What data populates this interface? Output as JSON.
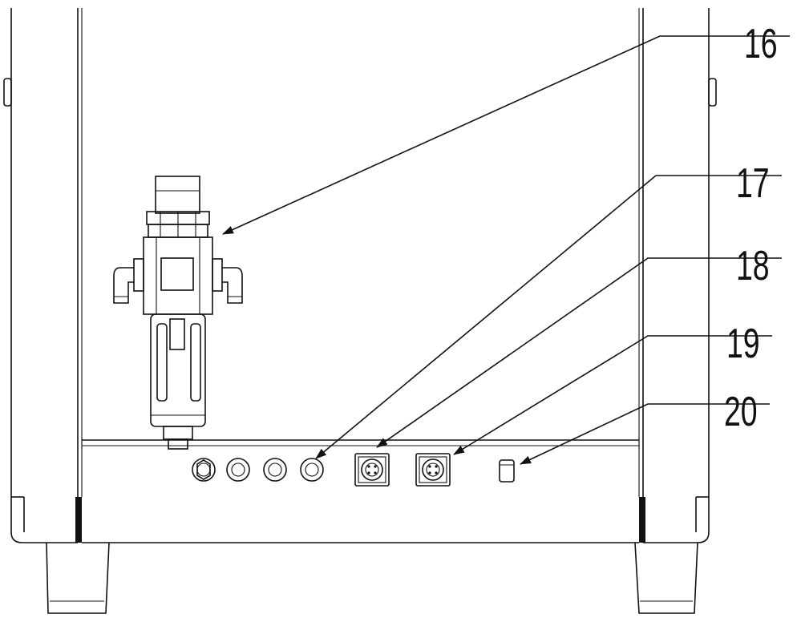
{
  "callouts": [
    {
      "id": "16",
      "label": "16",
      "target": "filter-regulator"
    },
    {
      "id": "17",
      "label": "17",
      "target": "cable-gland-row"
    },
    {
      "id": "18",
      "label": "18",
      "target": "aviation-connector-left"
    },
    {
      "id": "19",
      "label": "19",
      "target": "aviation-connector-right"
    },
    {
      "id": "20",
      "label": "20",
      "target": "small-port"
    }
  ],
  "colors": {
    "line": "#111111",
    "background": "#ffffff"
  }
}
